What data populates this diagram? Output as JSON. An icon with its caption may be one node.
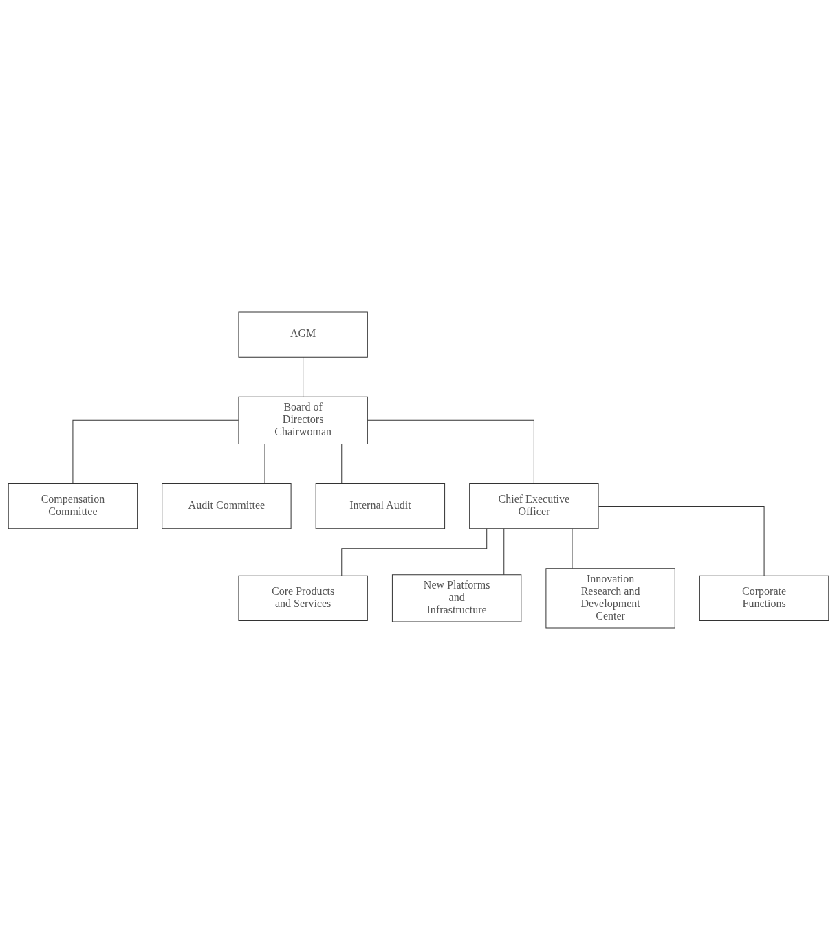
{
  "diagram": {
    "nodes": [
      {
        "text": [
          "AGM"
        ]
      },
      {
        "text": [
          "Board of Directors",
          "Chairwoman"
        ]
      },
      {
        "text": [
          "Compensation Committee"
        ]
      },
      {
        "text": [
          "Audit Committee"
        ]
      },
      {
        "text": [
          "Internal Audit"
        ]
      },
      {
        "text": [
          "Chief Executive Officer"
        ]
      },
      {
        "text": [
          "Core Products and Services"
        ]
      },
      {
        "text": [
          "New Platforms and Infrastructure"
        ]
      },
      {
        "text": [
          "Innovation Research and Development Center"
        ]
      },
      {
        "text": [
          "Corporate Functions"
        ]
      }
    ],
    "edges": [
      {
        "from": 0,
        "to": 1,
        "arrow": "none"
      },
      {
        "from": 1,
        "to": 2,
        "arrow": "none"
      },
      {
        "from": 1,
        "to": 3,
        "arrow": "none"
      },
      {
        "from": 1,
        "to": 4,
        "arrow": "none"
      },
      {
        "from": 1,
        "to": 5,
        "arrow": "none"
      },
      {
        "from": 5,
        "to": 6,
        "arrow": "none"
      },
      {
        "from": 5,
        "to": 7,
        "arrow": "none"
      },
      {
        "from": 5,
        "to": 8,
        "arrow": "none"
      },
      {
        "from": 5,
        "to": 9,
        "arrow": "none"
      }
    ]
  }
}
